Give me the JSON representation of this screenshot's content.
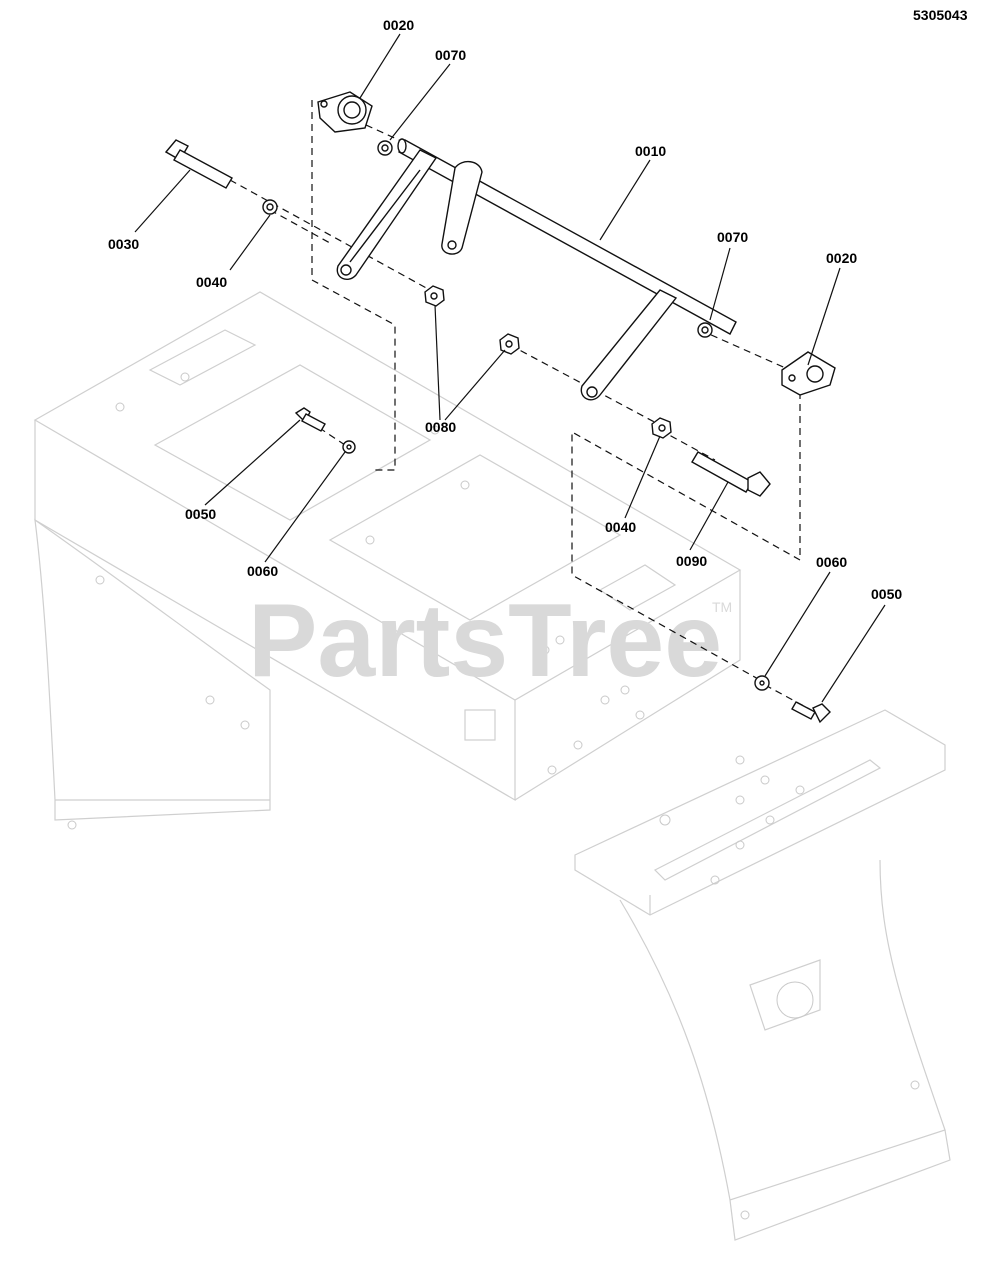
{
  "document_number": "5305043",
  "watermark": {
    "brand": "PartsTree",
    "trademark": "TM"
  },
  "callouts": [
    {
      "id": "0020a",
      "text": "0020"
    },
    {
      "id": "0070a",
      "text": "0070"
    },
    {
      "id": "0010",
      "text": "0010"
    },
    {
      "id": "0030",
      "text": "0030"
    },
    {
      "id": "0040a",
      "text": "0040"
    },
    {
      "id": "0070b",
      "text": "0070"
    },
    {
      "id": "0020b",
      "text": "0020"
    },
    {
      "id": "0080",
      "text": "0080"
    },
    {
      "id": "0050a",
      "text": "0050"
    },
    {
      "id": "0060a",
      "text": "0060"
    },
    {
      "id": "0040b",
      "text": "0040"
    },
    {
      "id": "0090",
      "text": "0090"
    },
    {
      "id": "0060b",
      "text": "0060"
    },
    {
      "id": "0050b",
      "text": "0050"
    }
  ]
}
